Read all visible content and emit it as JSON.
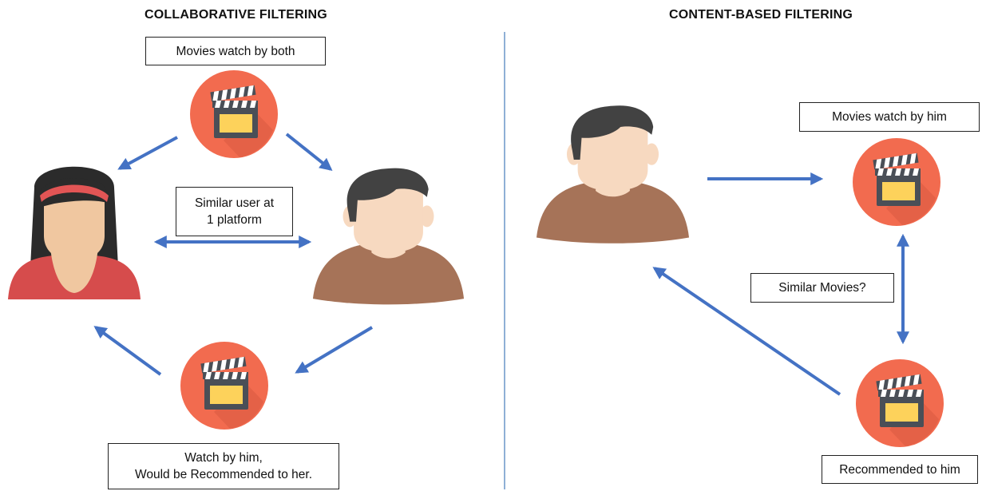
{
  "colors": {
    "arrow": "#4472c4",
    "clapper_circle": "#f26b4f",
    "clapper_shadow": "#d95a41",
    "clapper_board": "#4a4f57",
    "clapper_screen": "#fdd25b",
    "female_hair": "#2b2b2b",
    "female_headband": "#e25555",
    "female_skin": "#f0c7a0",
    "female_shirt": "#d64c4c",
    "male_hair": "#424242",
    "male_skin": "#f7d9c0",
    "male_shirt": "#a67358",
    "divider": "#8fb0d6"
  },
  "icons": {
    "movie": "clapperboard-icon",
    "female_user": "woman-avatar-icon",
    "male_user": "man-avatar-icon"
  },
  "collaborative": {
    "title": "COLLABORATIVE FILTERING",
    "top_label": "Movies watch by both",
    "middle_label_line1": "Similar user at",
    "middle_label_line2": "1 platform",
    "bottom_label_line1": "Watch by him,",
    "bottom_label_line2": "Would be Recommended to her."
  },
  "content_based": {
    "title": "CONTENT-BASED FILTERING",
    "top_label": "Movies watch by him",
    "middle_label": "Similar Movies?",
    "bottom_label": "Recommended to him"
  }
}
